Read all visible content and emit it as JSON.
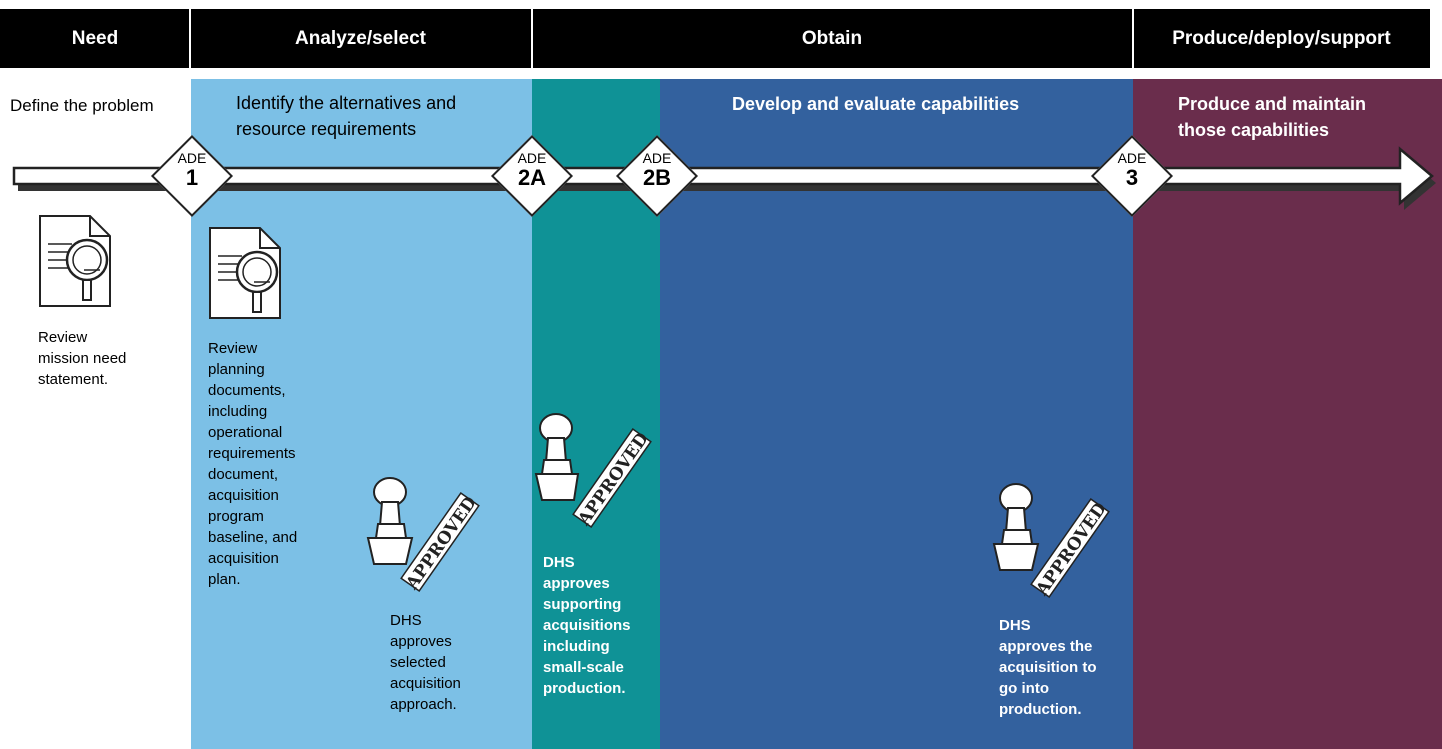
{
  "phases": {
    "need": "Need",
    "analyze": "Analyze/select",
    "obtain": "Obtain",
    "produce": "Produce/deploy/support"
  },
  "sections": {
    "define": "Define the problem",
    "identify_line1": "Identify the alternatives and",
    "identify_line2": "resource requirements",
    "develop": "Develop and evaluate capabilities",
    "produce_line1": "Produce and maintain",
    "produce_line2": "those capabilities"
  },
  "ade": [
    {
      "label": "ADE",
      "num": "1"
    },
    {
      "label": "ADE",
      "num": "2A"
    },
    {
      "label": "ADE",
      "num": "2B"
    },
    {
      "label": "ADE",
      "num": "3"
    }
  ],
  "notes": {
    "review_mission": [
      "Review",
      "mission need",
      "statement."
    ],
    "review_planning": [
      "Review",
      "planning",
      "documents,",
      "including",
      "operational",
      "requirements",
      "document,",
      "acquisition",
      "program",
      "baseline, and",
      "acquisition",
      "plan."
    ],
    "dhs_selected": [
      "DHS",
      "approves",
      "selected",
      "acquisition",
      "approach."
    ],
    "dhs_supporting": [
      "DHS",
      "approves",
      "supporting",
      "acquisitions",
      "including",
      "small-scale",
      "production."
    ],
    "dhs_production": [
      "DHS",
      "approves the",
      "acquisition to",
      "go into",
      "production."
    ]
  },
  "stamp_text": "APPROVED",
  "colors": {
    "light_blue": "#7cc0e6",
    "teal": "#0f9296",
    "blue": "#33619e",
    "maroon": "#6a2d4c"
  }
}
